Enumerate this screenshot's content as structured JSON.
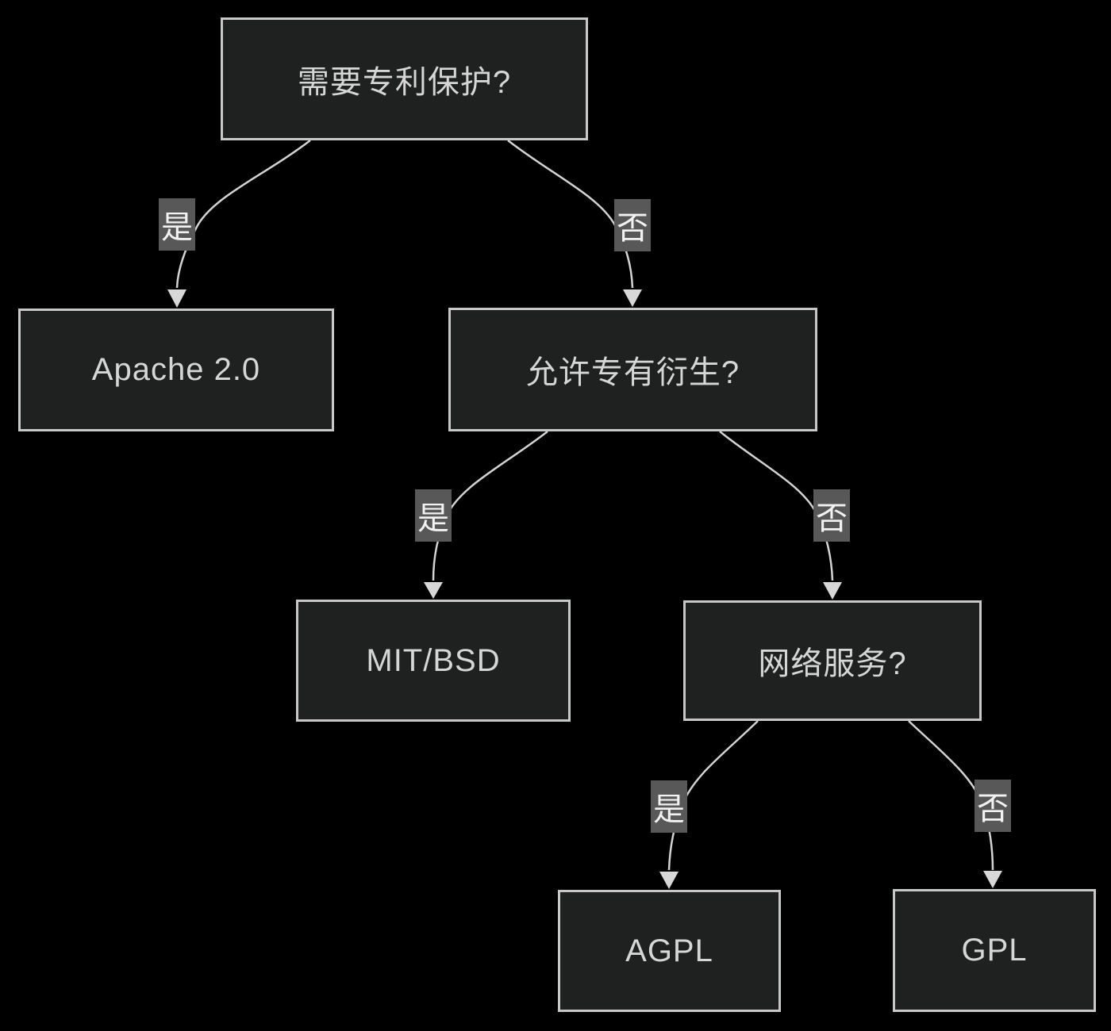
{
  "diagram": {
    "type": "flowchart-decision-tree",
    "direction": "top-down",
    "background": "#000000",
    "colors": {
      "background": "#000000",
      "node_fill": "#1f2020",
      "node_border": "#c8c8c8",
      "node_text": "#d6d6d6",
      "edge_line": "#d3d3d3",
      "arrow_fill": "#d8d8d8",
      "edge_label_bg": "#585858",
      "edge_label_text": "#f2f2f2"
    },
    "nodes": [
      {
        "id": "q_patent",
        "label": "需要专利保护?",
        "kind": "question"
      },
      {
        "id": "apache",
        "label": "Apache 2.0",
        "kind": "license"
      },
      {
        "id": "q_proprietary",
        "label": "允许专有衍生?",
        "kind": "question"
      },
      {
        "id": "mit_bsd",
        "label": "MIT/BSD",
        "kind": "license"
      },
      {
        "id": "q_network",
        "label": "网络服务?",
        "kind": "question"
      },
      {
        "id": "agpl",
        "label": "AGPL",
        "kind": "license"
      },
      {
        "id": "gpl",
        "label": "GPL",
        "kind": "license"
      }
    ],
    "edges": [
      {
        "from": "q_patent",
        "to": "apache",
        "label": "是"
      },
      {
        "from": "q_patent",
        "to": "q_proprietary",
        "label": "否"
      },
      {
        "from": "q_proprietary",
        "to": "mit_bsd",
        "label": "是"
      },
      {
        "from": "q_proprietary",
        "to": "q_network",
        "label": "否"
      },
      {
        "from": "q_network",
        "to": "agpl",
        "label": "是"
      },
      {
        "from": "q_network",
        "to": "gpl",
        "label": "否"
      }
    ]
  }
}
